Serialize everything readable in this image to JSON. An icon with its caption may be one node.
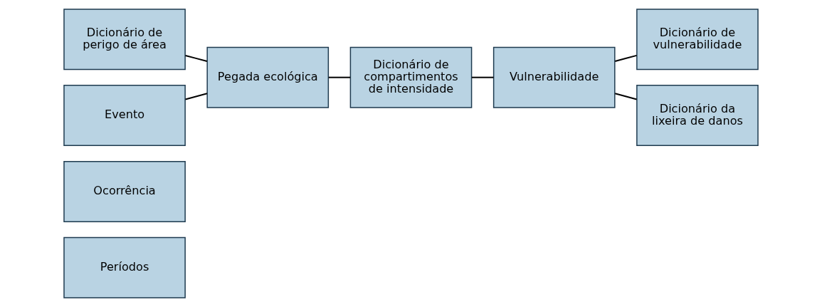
{
  "diagram": {
    "nodes": [
      {
        "text": [
          "Dicionário de perigo de área"
        ]
      },
      {
        "text": [
          "Evento"
        ]
      },
      {
        "text": [
          "Ocorrência"
        ]
      },
      {
        "text": [
          "Períodos"
        ]
      },
      {
        "text": [
          "Pegada ecológica"
        ]
      },
      {
        "text": [
          "Dicionário de compartimentos de intensidade"
        ]
      },
      {
        "text": [
          "Vulnerabilidade"
        ]
      },
      {
        "text": [
          "Dicionário de vulnerabilidade"
        ]
      },
      {
        "text": [
          "Dicionário da lixeira de danos"
        ]
      }
    ],
    "edges": [
      {
        "from": 0,
        "to": 4,
        "arrow": "none"
      },
      {
        "from": 1,
        "to": 4,
        "arrow": "none"
      },
      {
        "from": 4,
        "to": 5,
        "arrow": "none"
      },
      {
        "from": 5,
        "to": 6,
        "arrow": "none"
      },
      {
        "from": 6,
        "to": 7,
        "arrow": "none"
      },
      {
        "from": 6,
        "to": 8,
        "arrow": "none"
      }
    ]
  }
}
